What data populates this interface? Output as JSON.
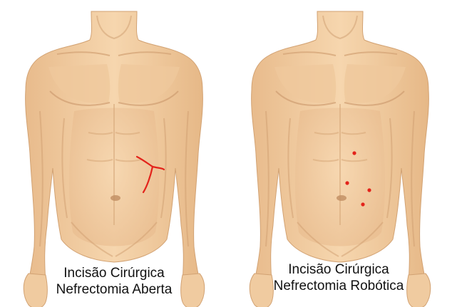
{
  "colors": {
    "skin": "#f3d0a6",
    "skin_shadow": "#d9ad80",
    "skin_dark": "#c8976b",
    "background": "#ffffff",
    "incision": "#e3231b",
    "caption_text": "#111111"
  },
  "figures": [
    {
      "id": "open",
      "caption_line1": "Incisão Cirúrgica",
      "caption_line2": "Nefrectomia Aberta",
      "incision_type": "open-flank-incision"
    },
    {
      "id": "robotic",
      "caption_line1": "Incisão Cirúrgica",
      "caption_line2": "Nefrectomia Robótica",
      "incision_type": "robotic-port-sites",
      "port_count": 4
    }
  ]
}
